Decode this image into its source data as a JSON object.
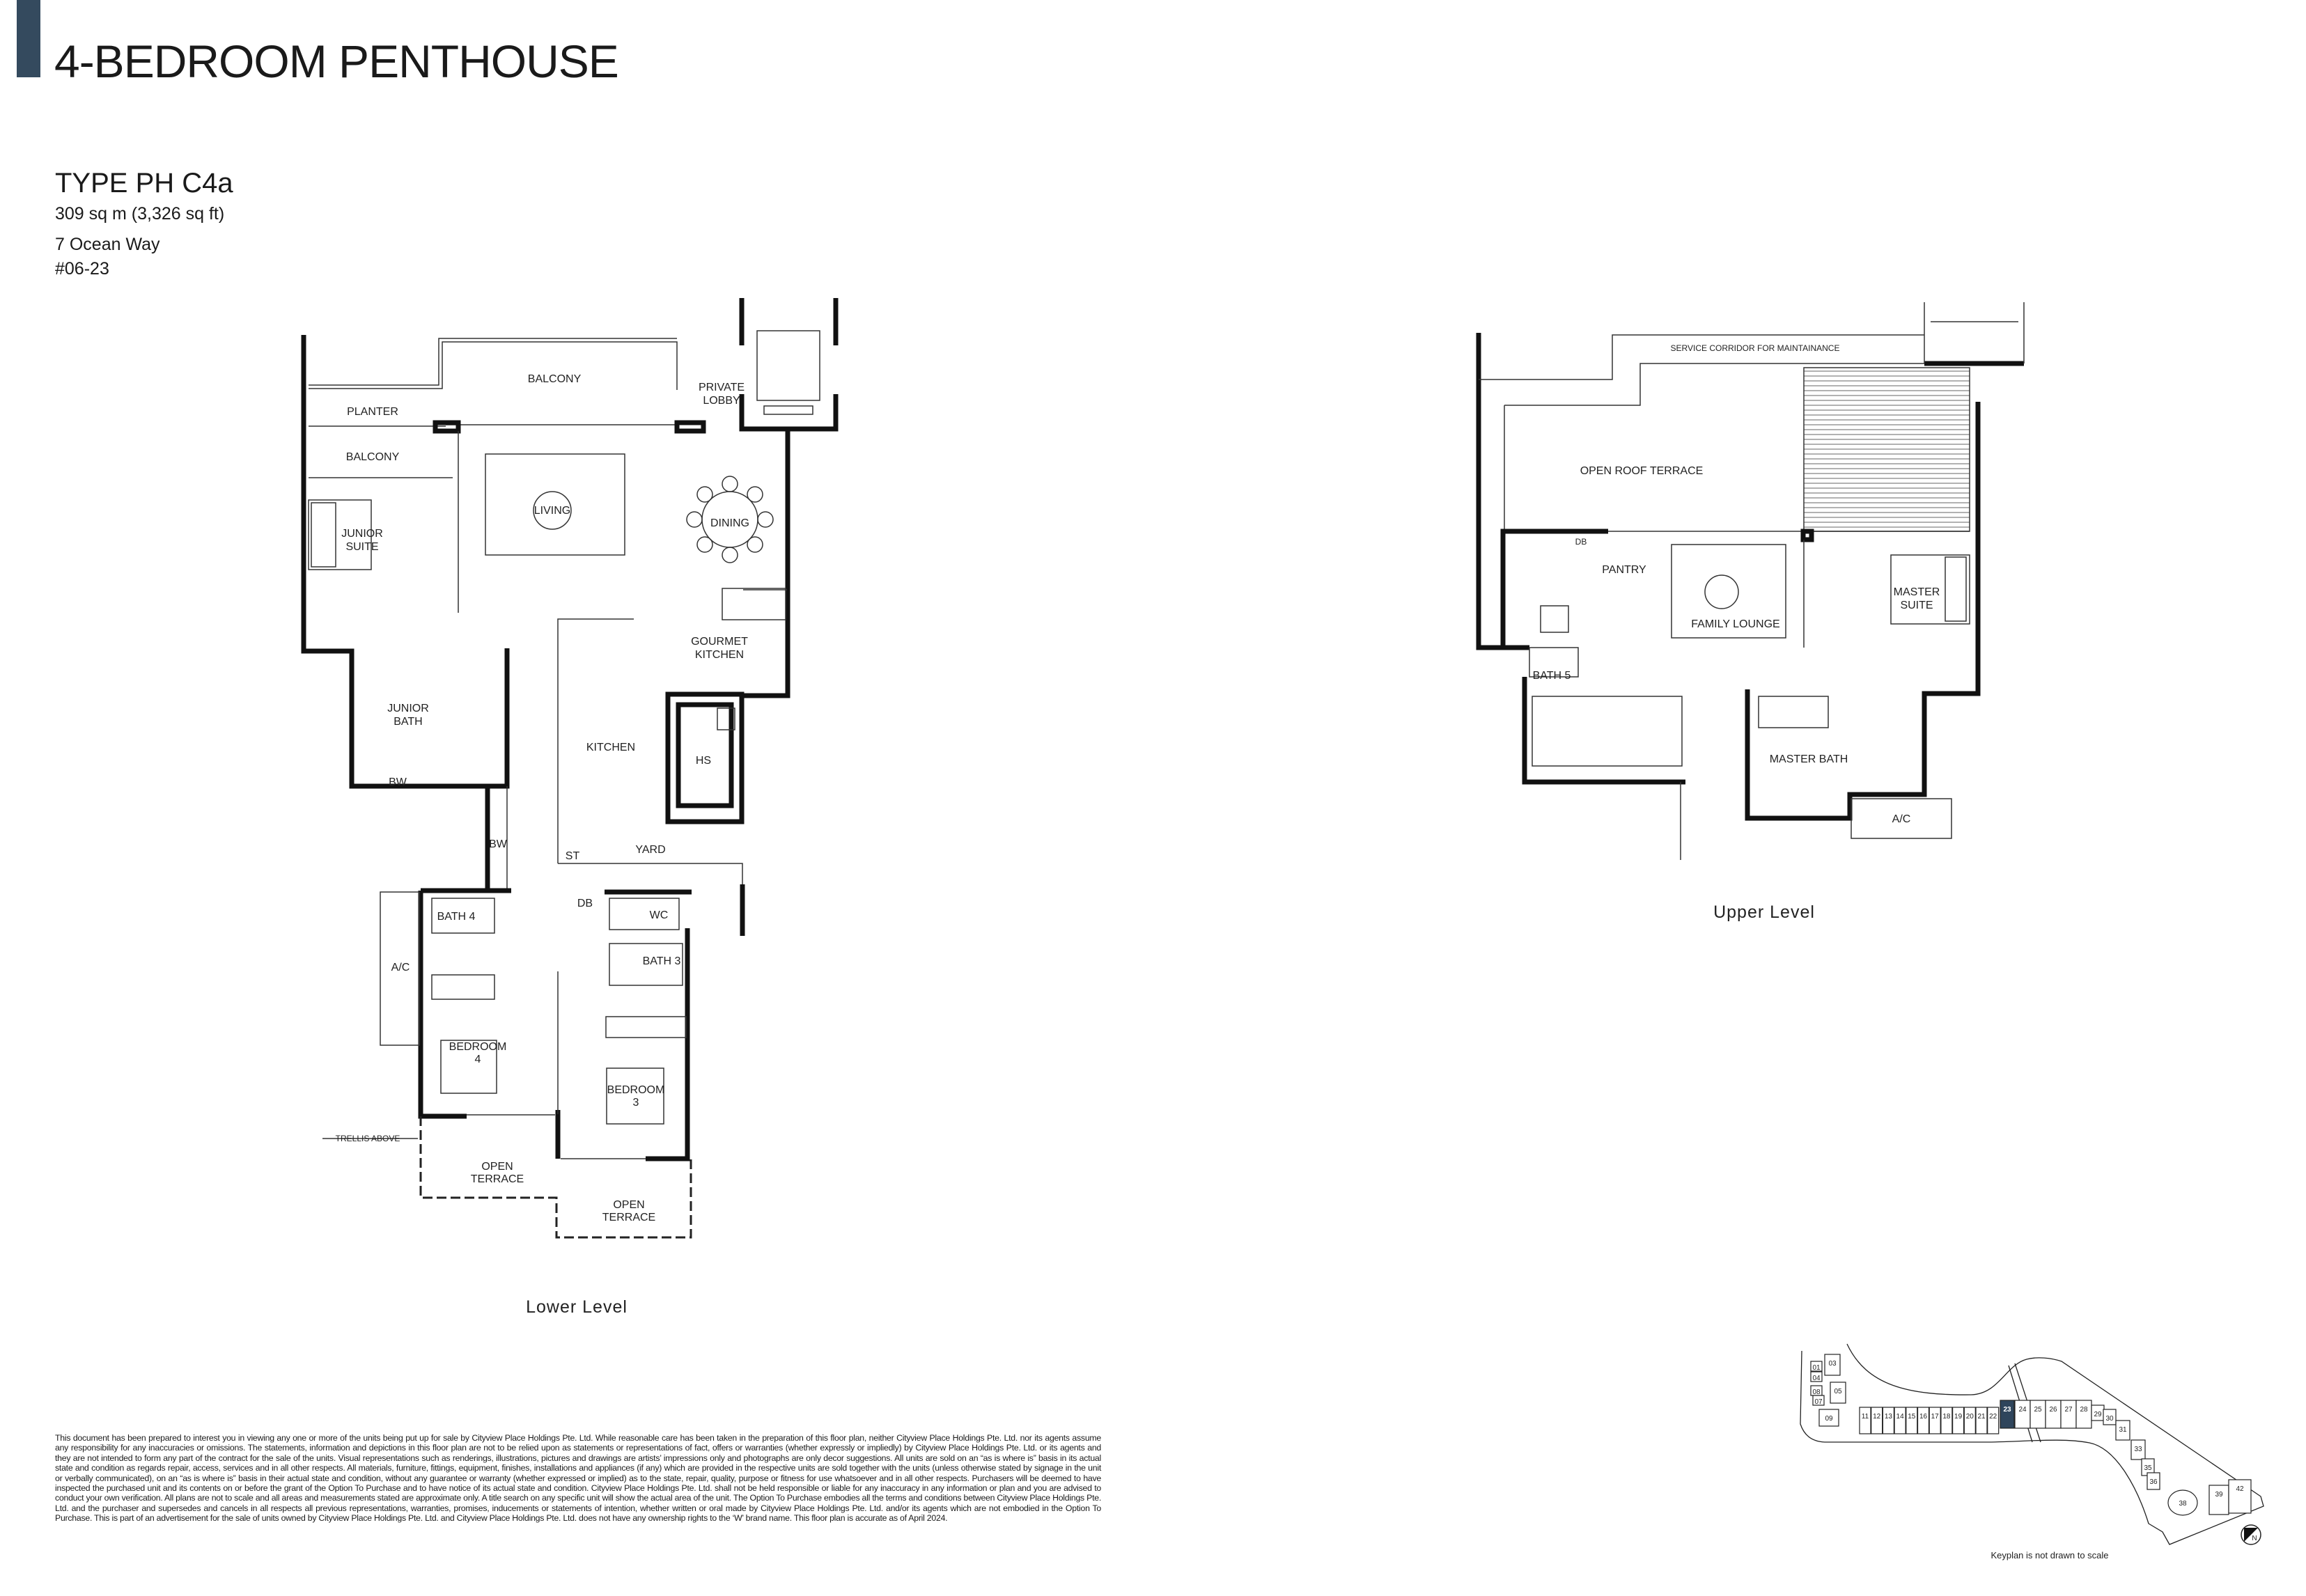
{
  "header": {
    "title": "4-BEDROOM PENTHOUSE",
    "unit_type": "TYPE PH C4a",
    "area": "309 sq m (3,326 sq ft)",
    "address": "7 Ocean Way",
    "unit_number": "#06-23"
  },
  "colors": {
    "accent": "#344a5e",
    "highlight_unit": "#2f455c"
  },
  "lower_level": {
    "caption": "Lower Level",
    "rooms": {
      "balcony_main": "BALCONY",
      "private_lobby_1": "PRIVATE",
      "private_lobby_2": "LOBBY",
      "planter": "PLANTER",
      "balcony_side": "BALCONY",
      "junior_suite_1": "JUNIOR",
      "junior_suite_2": "SUITE",
      "living": "LIVING",
      "dining": "DINING",
      "gourmet_kitchen_1": "GOURMET",
      "gourmet_kitchen_2": "KITCHEN",
      "junior_bath_1": "JUNIOR",
      "junior_bath_2": "BATH",
      "bw_1": "BW",
      "kitchen": "KITCHEN",
      "hs": "HS",
      "bw_2": "BW",
      "st": "ST",
      "yard": "YARD",
      "db": "DB",
      "bath4": "BATH 4",
      "wc": "WC",
      "bath3": "BATH 3",
      "ac": "A/C",
      "bedroom4_1": "BEDROOM",
      "bedroom4_2": "4",
      "bedroom3_1": "BEDROOM",
      "bedroom3_2": "3",
      "trellis": "TRELLIS ABOVE",
      "terrace1_1": "OPEN",
      "terrace1_2": "TERRACE",
      "terrace2_1": "OPEN",
      "terrace2_2": "TERRACE"
    }
  },
  "upper_level": {
    "caption": "Upper Level",
    "rooms": {
      "service_corridor": "SERVICE CORRIDOR FOR MAINTAINANCE",
      "open_roof_terrace": "OPEN ROOF TERRACE",
      "pantry": "PANTRY",
      "db": "DB",
      "family_lounge": "FAMILY LOUNGE",
      "master_suite_1": "MASTER",
      "master_suite_2": "SUITE",
      "bath5": "BATH 5",
      "master_bath": "MASTER BATH",
      "ac": "A/C"
    }
  },
  "keyplan": {
    "note": "Keyplan is not drawn to scale",
    "north_label": "N",
    "selected_unit": "23",
    "units": [
      "01",
      "03",
      "04",
      "05",
      "08",
      "07",
      "09",
      "11",
      "12",
      "13",
      "14",
      "15",
      "16",
      "17",
      "18",
      "19",
      "20",
      "21",
      "22",
      "23",
      "24",
      "25",
      "26",
      "27",
      "28",
      "29",
      "30",
      "31",
      "33",
      "35",
      "36",
      "38",
      "39",
      "42"
    ]
  },
  "disclaimer": "This document has been prepared to interest you in viewing any one or more of the units being put up for sale by Cityview Place Holdings Pte. Ltd. While reasonable care has been taken in the preparation of this floor plan, neither Cityview Place Holdings Pte. Ltd. nor its agents assume any responsibility for any inaccuracies or omissions. The statements, information and depictions in this floor plan are not to be relied upon as statements or representations of fact, offers or warranties (whether expressly or impliedly) by Cityview Place Holdings Pte. Ltd. or its agents and they are not intended to form any part of the contract for the sale of the units. Visual representations such as renderings, illustrations, pictures and drawings are artists’ impressions only and photographs are only decor suggestions. All units are sold on an “as is where is” basis in its actual state and condition as regards repair, access, services and in all other respects. All materials, furniture, fittings, equipment, finishes, installations and appliances (if any) which are provided in the respective units are sold together with the units (unless otherwise stated by signage in the unit or verbally communicated), on an “as is where is” basis in their actual state and condition, without any guarantee or warranty (whether expressed or implied) as to the state, repair, quality, purpose or fitness for use whatsoever and in all other respects. Purchasers will be deemed to have inspected the purchased unit and its contents on or before the grant of the Option To Purchase and to have notice of its actual state and condition. Cityview Place Holdings Pte. Ltd. shall not be held responsible or liable for any inaccuracy in any information or plan and you are advised to conduct your own verification. All plans are not to scale and all areas and measurements stated are approximate only. A title search on any specific unit will show the actual area of the unit. The Option To Purchase embodies all the terms and conditions between Cityview Place Holdings Pte. Ltd. and the purchaser and supersedes and cancels in all respects all previous representations, warranties, promises, inducements or statements of intention, whether written or oral made by Cityview Place Holdings Pte. Ltd. and/or its agents which are not embodied in the Option To Purchase. This is part of an advertisement for the sale of units owned by Cityview Place Holdings Pte. Ltd. and Cityview Place Holdings Pte. Ltd. does not have any ownership rights to the ‘W’ brand name. This floor plan is accurate as of April 2024."
}
